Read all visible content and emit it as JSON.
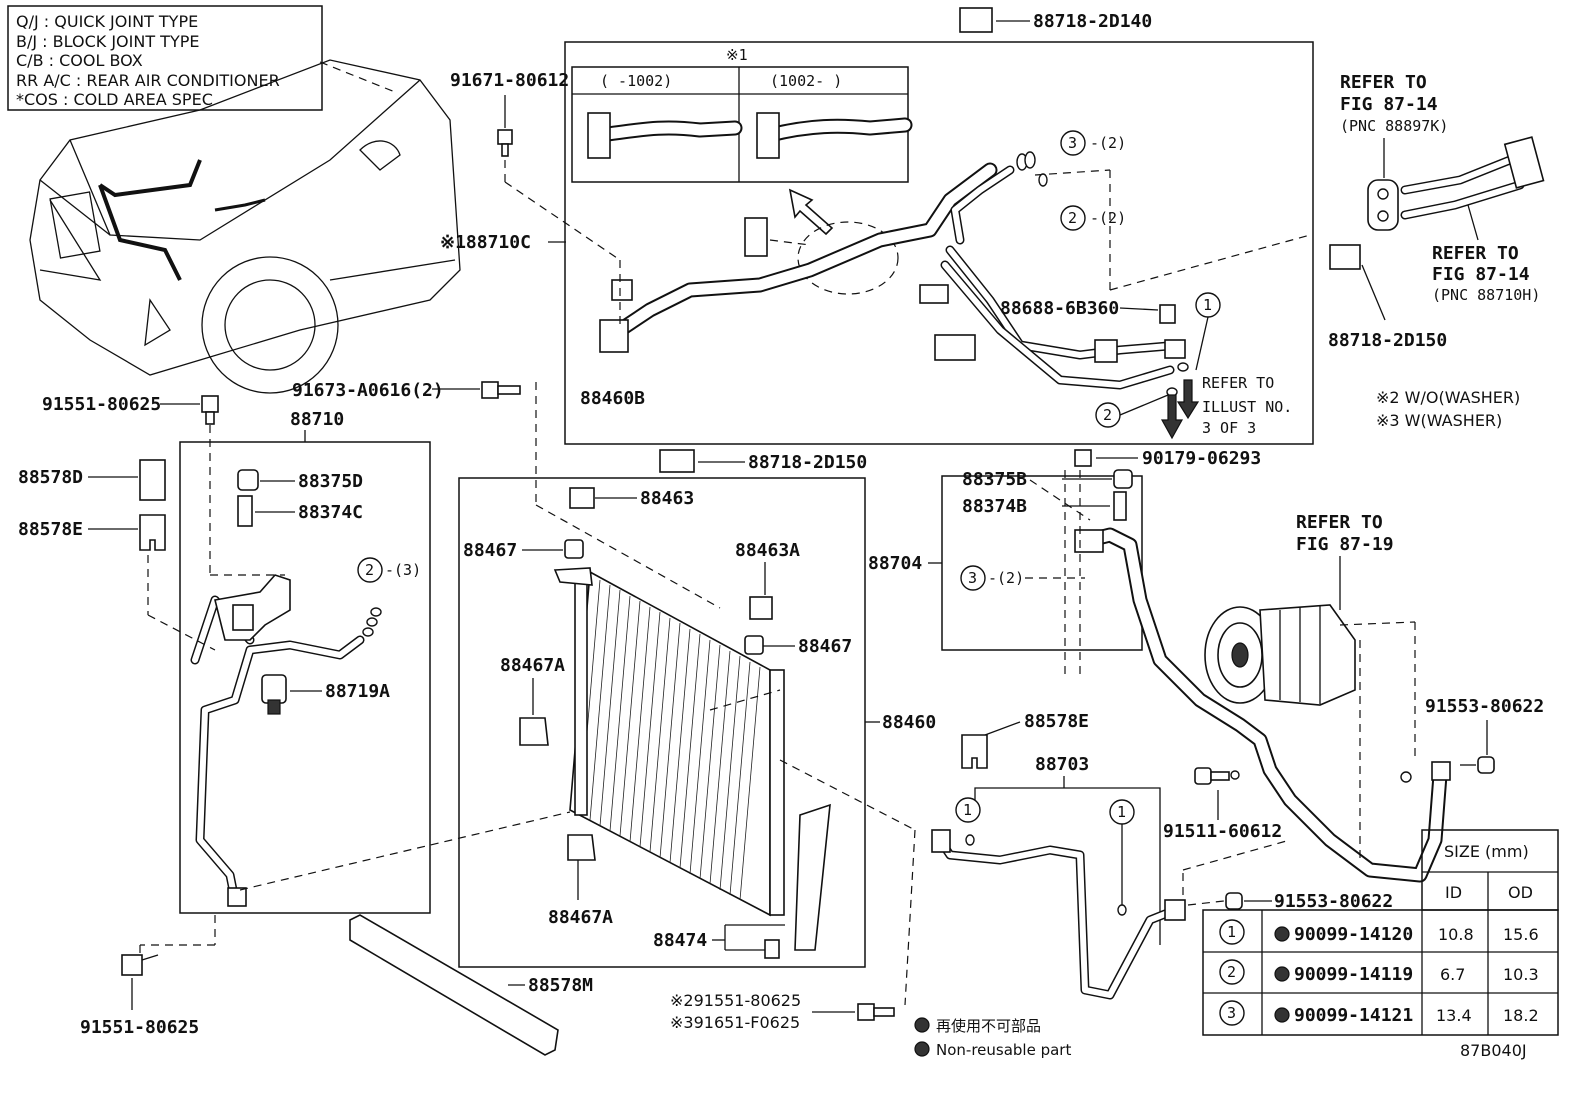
{
  "abbrev_legend": [
    "Q/J  :  QUICK JOINT TYPE",
    "B/J  :  BLOCK JOINT TYPE",
    "C/B  : COOL BOX",
    "RR A/C  :  REAR AIR CONDITIONER",
    "*COS  :  COLD AREA SPEC"
  ],
  "parts": {
    "p88718_2D140": "88718-2D140",
    "note1_mark": "※1",
    "range_a": "(      -1002)",
    "range_b": "(1002-        )",
    "p91671": "91671-80612",
    "p88710C": "※188710C",
    "p88460B": "88460B",
    "circle3": "3",
    "qty_2a": "-(2)",
    "circle2": "2",
    "qty_2b": "-(2)",
    "p88688": "88688-6B360",
    "circle1": "1",
    "refer_illust": [
      "REFER TO",
      "ILLUST NO.",
      "3 OF 3"
    ],
    "refer_fig_a": [
      "REFER TO",
      "FIG 87-14",
      "(PNC 88897K)"
    ],
    "refer_fig_b": [
      "REFER TO",
      "FIG 87-14",
      "(PNC 88710H)"
    ],
    "p88718_2D150_top": "88718-2D150",
    "note2": "※2 W/O(WASHER)",
    "note3": "※3 W(WASHER)",
    "p91551_top": "91551-80625",
    "p91673": "91673-A0616(2)",
    "p88710": "88710",
    "p88578D": "88578D",
    "p88578E": "88578E",
    "p88375D": "88375D",
    "p88374C": "88374C",
    "qty_3": "-(3)",
    "p88719A": "88719A",
    "p91551_bottom": "91551-80625",
    "p88718_2D150_mid": "88718-2D150",
    "p88463": "88463",
    "p88467_a": "88467",
    "p88463A": "88463A",
    "p88467_b": "88467",
    "p88467A_a": "88467A",
    "p88467A_b": "88467A",
    "p88460": "88460",
    "p88474": "88474",
    "p88578M": "88578M",
    "p91551_note2": "※291551-80625",
    "p91651_note3": "※391651-F0625",
    "p90179": "90179-06293",
    "p88375B": "88375B",
    "p88374B": "88374B",
    "p88704": "88704",
    "qty_2c": "-(2)",
    "refer_fig_c": [
      "REFER TO",
      "FIG 87-19"
    ],
    "p91553_a": "91553-80622",
    "p88578E_b": "88578E",
    "p88703": "88703",
    "p91511": "91511-60612",
    "p91553_b": "91553-80622"
  },
  "size_table": {
    "header": "SIZE (mm)",
    "columns": [
      "ID",
      "OD"
    ],
    "rows": [
      {
        "num": "1",
        "part": "90099-14120",
        "id": "10.8",
        "od": "15.6"
      },
      {
        "num": "2",
        "part": "90099-14119",
        "id": "6.7",
        "od": "10.3"
      },
      {
        "num": "3",
        "part": "90099-14121",
        "id": "13.4",
        "od": "18.2"
      }
    ]
  },
  "nonreusable_jp": "再使用不可部品",
  "nonreusable_en": "Non-reusable part",
  "figure_code": "87B040J"
}
